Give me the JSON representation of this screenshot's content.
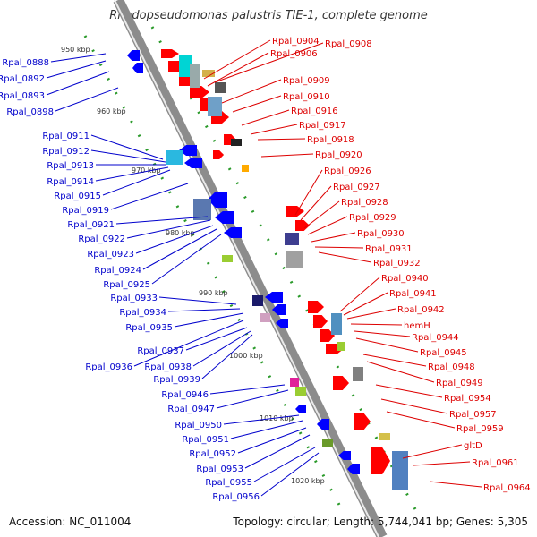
{
  "title": "Rhodopseudomonas palustris TIE-1, complete genome",
  "footer": {
    "accession": "Accession: NC_011004",
    "summary": "Topology: circular; Length: 5,744,041 bp; Genes: 5,305"
  },
  "colors": {
    "backbone": "#8c8c8c",
    "forward_gene": "#ff0000",
    "reverse_gene": "#0000ff",
    "left_label": "#0000cc",
    "right_label": "#dd0000",
    "tick_dot": "#2a9a2a"
  },
  "ticks": [
    {
      "label": "950 kbp"
    },
    {
      "label": "960 kbp"
    },
    {
      "label": "970 kbp"
    },
    {
      "label": "980 kbp"
    },
    {
      "label": "990 kbp"
    },
    {
      "label": "1000 kbp"
    },
    {
      "label": "1010 kbp"
    },
    {
      "label": "1020 kbp"
    }
  ],
  "left_labels": [
    "Rpal_0888",
    "Rpal_0892",
    "Rpal_0893",
    "Rpal_0898",
    "Rpal_0911",
    "Rpal_0912",
    "Rpal_0913",
    "Rpal_0914",
    "Rpal_0915",
    "Rpal_0919",
    "Rpal_0921",
    "Rpal_0922",
    "Rpal_0923",
    "Rpal_0924",
    "Rpal_0925",
    "Rpal_0933",
    "Rpal_0934",
    "Rpal_0935",
    "Rpal_0937",
    "Rpal_0936",
    "Rpal_0938",
    "Rpal_0939",
    "Rpal_0946",
    "Rpal_0947",
    "Rpal_0950",
    "Rpal_0951",
    "Rpal_0952",
    "Rpal_0953",
    "Rpal_0955",
    "Rpal_0956"
  ],
  "right_labels": [
    "Rpal_0904",
    "Rpal_0908",
    "Rpal_0906",
    "Rpal_0909",
    "Rpal_0910",
    "Rpal_0916",
    "Rpal_0917",
    "Rpal_0918",
    "Rpal_0920",
    "Rpal_0926",
    "Rpal_0927",
    "Rpal_0928",
    "Rpal_0929",
    "Rpal_0930",
    "Rpal_0931",
    "Rpal_0932",
    "Rpal_0940",
    "Rpal_0941",
    "Rpal_0942",
    "hemH",
    "Rpal_0944",
    "Rpal_0945",
    "Rpal_0948",
    "Rpal_0949",
    "Rpal_0954",
    "Rpal_0957",
    "Rpal_0959",
    "gltD",
    "Rpal_0961",
    "Rpal_0964"
  ]
}
